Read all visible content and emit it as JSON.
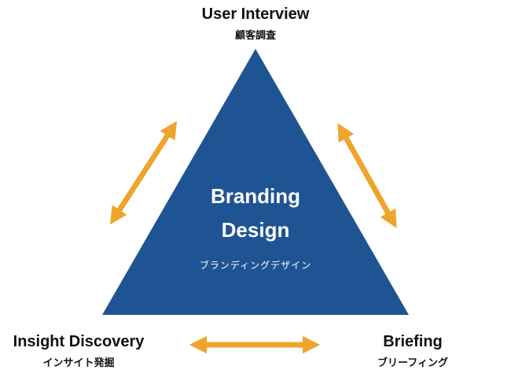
{
  "diagram": {
    "top": {
      "title": "User Interview",
      "subtitle": "顧客調査"
    },
    "center": {
      "line1": "Branding",
      "line2": "Design",
      "subtitle": "ブランディングデザイン"
    },
    "bottom_left": {
      "title": "Insight Discovery",
      "subtitle": "インサイト発掘"
    },
    "bottom_right": {
      "title": "Briefing",
      "subtitle": "ブリーフィング"
    },
    "colors": {
      "triangle": "#1f5494",
      "arrow": "#efa42c",
      "text_dark": "#111111",
      "text_light": "#ffffff"
    }
  }
}
